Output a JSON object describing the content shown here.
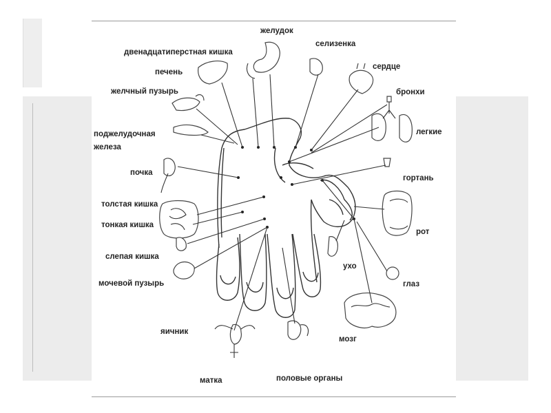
{
  "labels": {
    "stomach": "желудок",
    "spleen": "селизенка",
    "duodenum": "двенадцатиперстная кишка",
    "heart": "сердце",
    "liver": "печень",
    "bronchi": "бронхи",
    "gallbladder": "желчный пузырь",
    "lungs": "легкие",
    "pancreas_line1": "поджелудочная",
    "pancreas_line2": "железа",
    "kidney": "почка",
    "larynx": "гортань",
    "large_intestine": "толстая кишка",
    "small_intestine": "тонкая кишка",
    "mouth": "рот",
    "cecum": "слепая кишка",
    "ear": "ухо",
    "bladder": "мочевой пузырь",
    "eye": "глаз",
    "ovary": "яичник",
    "brain": "мозг",
    "uterus": "матка",
    "genitals": "половые органы"
  },
  "colors": {
    "ink": "#222222",
    "panel": "#ffffff",
    "slide_band": "#ececec"
  }
}
